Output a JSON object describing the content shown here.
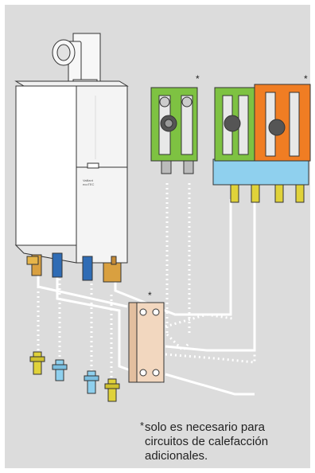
{
  "colors": {
    "background": "#dcdcdc",
    "boiler": "#ffffff",
    "module_green": "#7ec242",
    "module_orange": "#f07d23",
    "manifold_blue": "#8fd0ee",
    "heat_exchanger": "#f2d7bf",
    "pipe_cold": "#2f6cb5",
    "fitting_yellow": "#e0d23a",
    "fitting_brass": "#d9a040"
  },
  "boiler": {
    "label_line1": "Vaillant",
    "label_line2": "ecoTEC"
  },
  "markers": {
    "module_single": "*",
    "module_double": "*",
    "heat_exchanger": "*"
  },
  "footnote": {
    "asterisk": "*",
    "line1": "solo es necesario para",
    "line2": "circuitos de calefacción",
    "line3": "adicionales."
  }
}
